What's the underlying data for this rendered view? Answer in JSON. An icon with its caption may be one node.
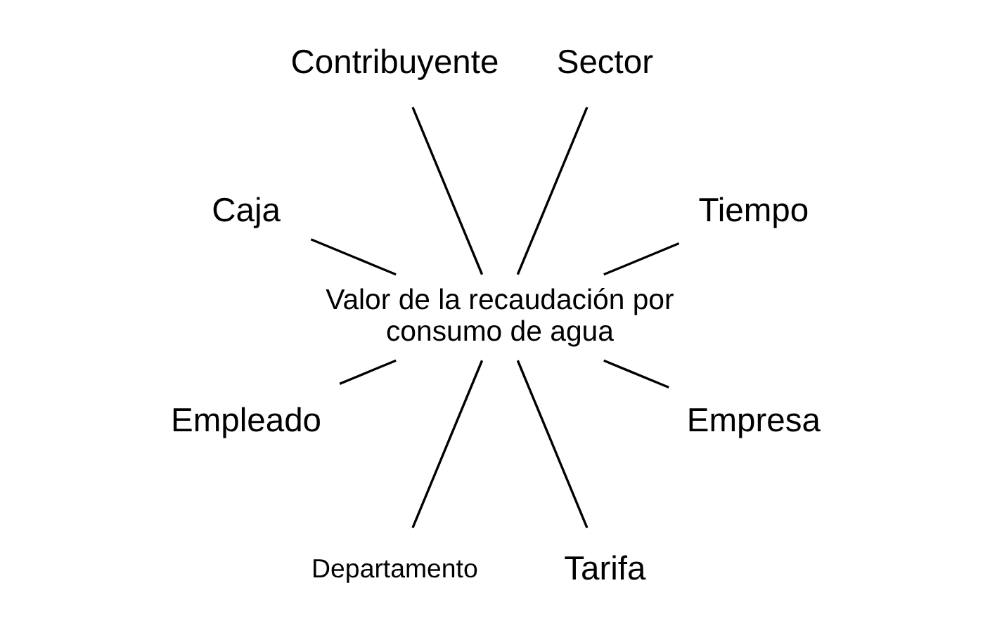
{
  "diagram": {
    "nodes": [
      {
        "text": [
          "Tiempo"
        ]
      },
      {
        "text": [
          "Sector"
        ]
      },
      {
        "text": [
          "Contribuyente"
        ]
      },
      {
        "text": [
          "Caja"
        ]
      },
      {
        "text": [
          "Valor de la recaudación por consumo de agua"
        ]
      },
      {
        "text": [
          "Empleado"
        ]
      },
      {
        "text": [
          "Departamento"
        ]
      },
      {
        "text": [
          "Tarifa"
        ]
      },
      {
        "text": [
          "Empresa"
        ]
      }
    ],
    "edges": [
      {
        "from": 4,
        "to": 0,
        "arrow": "none"
      },
      {
        "from": 4,
        "to": 1,
        "arrow": "none"
      },
      {
        "from": 4,
        "to": 2,
        "arrow": "none"
      },
      {
        "from": 4,
        "to": 3,
        "arrow": "none"
      },
      {
        "from": 4,
        "to": 5,
        "arrow": "none"
      },
      {
        "from": 4,
        "to": 6,
        "arrow": "none"
      },
      {
        "from": 4,
        "to": 7,
        "arrow": "none"
      },
      {
        "from": 4,
        "to": 8,
        "arrow": "none"
      }
    ]
  }
}
